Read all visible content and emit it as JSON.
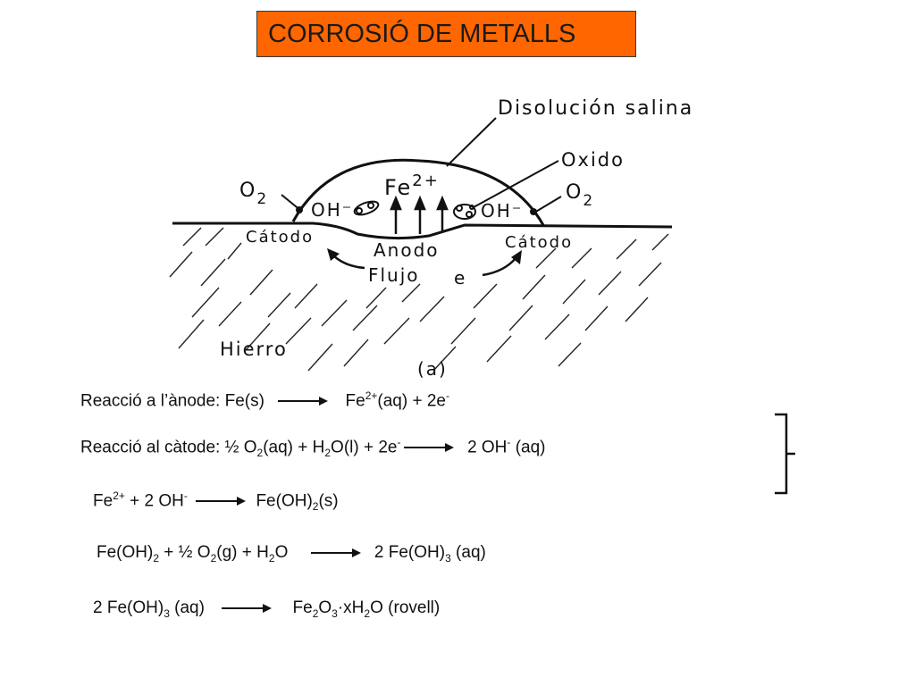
{
  "title": "CORROSIÓ DE METALLS",
  "colors": {
    "title_bg": "#ff6600"
  },
  "diagram": {
    "label_solution": "Disolución salina",
    "label_oxide": "Oxido",
    "label_o2_left": "O",
    "label_o2_left_sub": "2",
    "label_o2_right": "O",
    "label_o2_right_sub": "2",
    "label_oh_left": "OH⁻",
    "label_oh_right": "OH⁻",
    "label_fe": "Fe",
    "label_fe_sup": "2+",
    "label_cathode_left": "Cátodo",
    "label_cathode_right": "Cátodo",
    "label_anode": "Anodo",
    "label_flow": "Flujo",
    "label_e": "e",
    "label_iron": "Hierro",
    "label_fig": "(a)"
  },
  "equations": {
    "anode_prefix": "Reacció a l’ànode: Fe(s)",
    "anode_product": "Fe",
    "anode_product_sup": "2+",
    "anode_product_rest": "(aq)  +  2e",
    "anode_product_e_sup": "-",
    "cathode_prefix": "Reacció al càtode: ½ O",
    "cathode_o2_sub": "2",
    "cathode_mid1": "(aq)  +  H",
    "cathode_h2o_sub": "2",
    "cathode_mid2": "O(l)  + 2e",
    "cathode_e_sup": "-",
    "cathode_product": "2 OH",
    "cathode_product_sup": "-",
    "cathode_product_rest": " (aq)",
    "r3_fe": "Fe",
    "r3_fe_sup": "2+",
    "r3_mid": "  +  2 OH",
    "r3_oh_sup": "-",
    "r3_product": "Fe(OH)",
    "r3_product_sub": "2",
    "r3_product_rest": "(s)",
    "r4_a": "Fe(OH)",
    "r4_a_sub": "2",
    "r4_b": " +  ½ O",
    "r4_b_sub": "2",
    "r4_c": "(g)  +  H",
    "r4_c_sub": "2",
    "r4_d": "O",
    "r4_product": "2 Fe(OH)",
    "r4_product_sub": "3",
    "r4_product_rest": " (aq)",
    "r5_a": "2 Fe(OH)",
    "r5_a_sub": "3",
    "r5_b": " (aq)",
    "r5_product": "Fe",
    "r5_product_sub1": "2",
    "r5_product_mid": "O",
    "r5_product_sub2": "3",
    "r5_product_mid2": "·xH",
    "r5_product_sub3": "2",
    "r5_product_rest": "O (rovell)"
  }
}
